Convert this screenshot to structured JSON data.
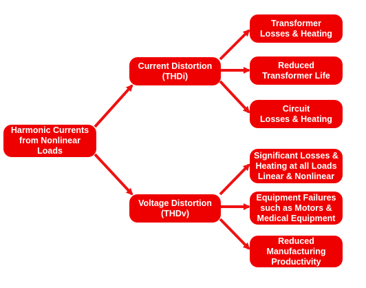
{
  "colors": {
    "node_fill": "#ee0000",
    "arrow": "#ee1111",
    "text": "#ffffff",
    "background": "#ffffff"
  },
  "root": {
    "label": "Harmonic Currents\nfrom Nonlinear Loads"
  },
  "branches": [
    {
      "label": "Current Distortion\n(THDi)",
      "effects": [
        "Transformer\nLosses & Heating",
        "Reduced\nTransformer Life",
        "Circuit\nLosses & Heating"
      ]
    },
    {
      "label": "Voltage Distortion\n(THDv)",
      "effects": [
        "Significant Losses &\nHeating at all Loads\nLinear & Nonlinear",
        "Equipment Failures\nsuch as Motors &\nMedical Equipment",
        "Reduced\nManufacturing\nProductivity"
      ]
    }
  ]
}
